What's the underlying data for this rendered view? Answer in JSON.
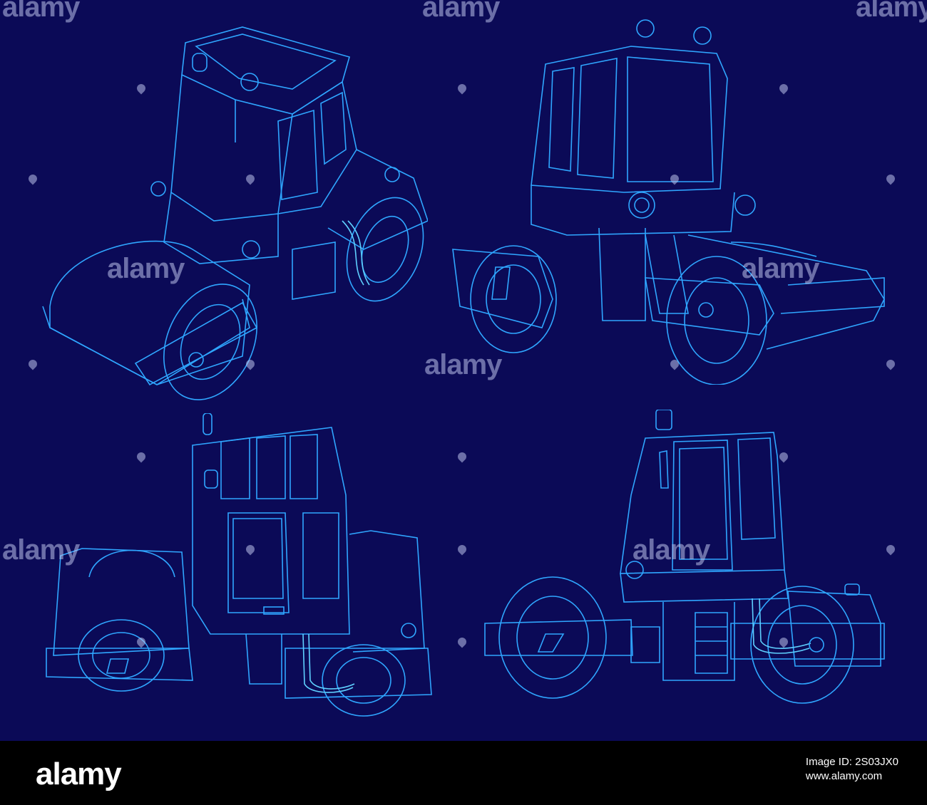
{
  "watermark": {
    "text": "alamy"
  },
  "footer": {
    "logo": "alamy",
    "image_id_line": "Image ID: 2S03JX0",
    "site_line": "www.alamy.com"
  },
  "colors": {
    "background": "#0b0a57",
    "line_primary": "#2fa6ff",
    "line_secondary": "#5fd0ff",
    "footer": "#000000"
  },
  "drawings": [
    {
      "view": "isometric-front-left"
    },
    {
      "view": "isometric-rear-right"
    },
    {
      "view": "side-left"
    },
    {
      "view": "side-right"
    }
  ]
}
